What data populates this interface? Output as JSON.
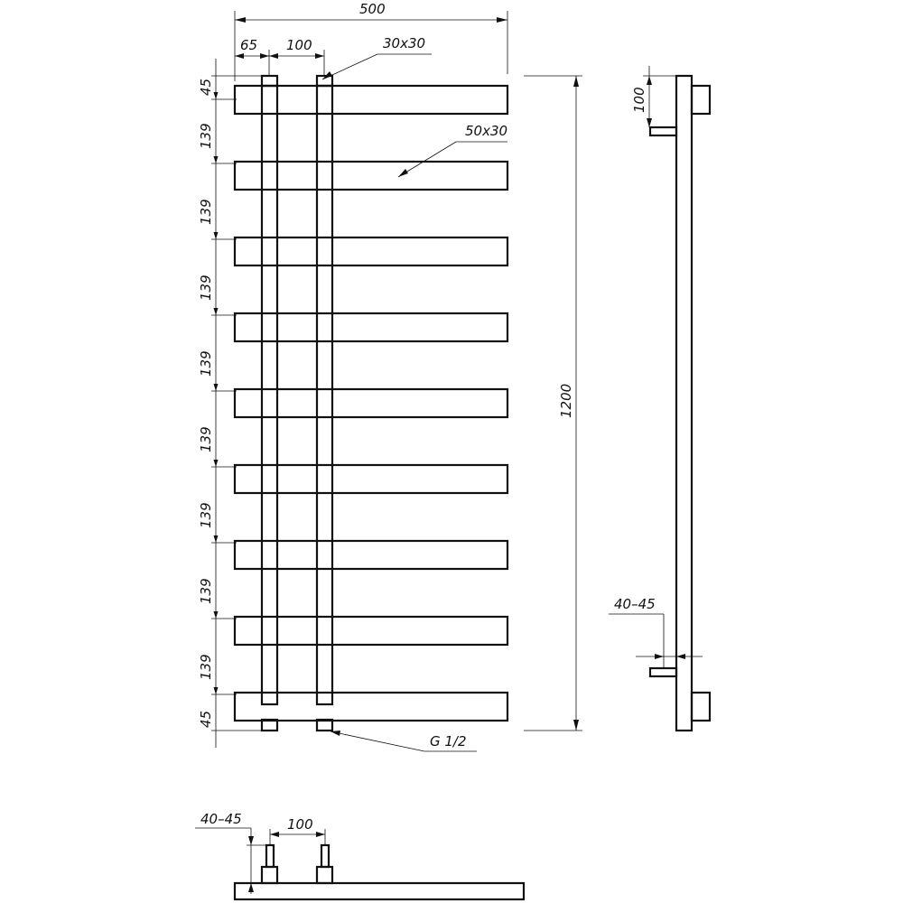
{
  "colors": {
    "line": "#111111",
    "background": "#ffffff"
  },
  "front_view": {
    "dims": {
      "overall_width": "500",
      "side_offset": "65",
      "pipe_spacing": "100",
      "riser_profile": "30x30",
      "bar_profile": "50x30",
      "top_gap": "45",
      "bar_pitch": "139",
      "bottom_gap": "45",
      "overall_height": "1200",
      "thread": "G 1/2"
    },
    "bar_count": 9
  },
  "side_view": {
    "dims": {
      "top_offset": "100",
      "wall_gap": "40–45"
    }
  },
  "bottom_view": {
    "dims": {
      "wall_gap": "40–45",
      "pipe_spacing": "100"
    }
  }
}
